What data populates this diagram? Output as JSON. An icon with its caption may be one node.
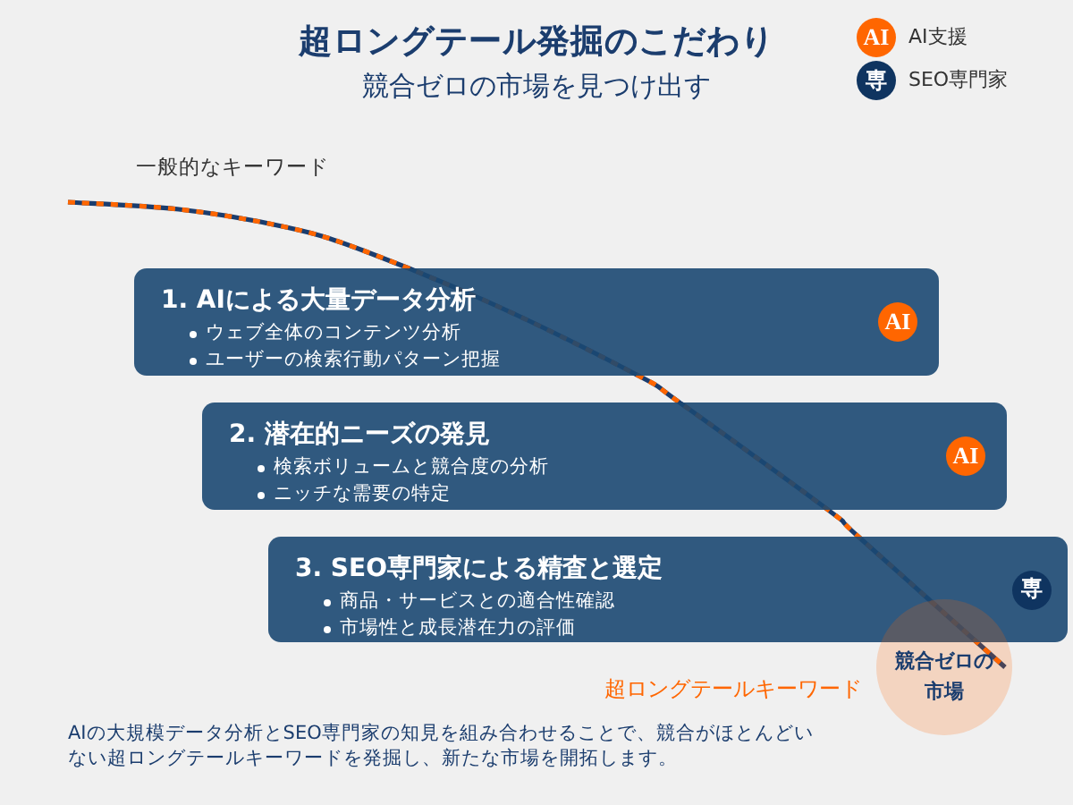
{
  "diagram": {
    "title": "超ロングテール発掘のこだわり",
    "caption": "AIの大規模データ分析とSEO専門家の知見を組み合わせることで、競合がほとんどいない超ロングテールキーワードを発掘し、新たな市場を開拓します。",
    "nodes": [
      {
        "text": [
          "AI"
        ]
      },
      {
        "text": [
          "専"
        ]
      },
      {
        "text": [
          "1. AIによる大量データ分析",
          "ウェブ全体のコンテンツ分析",
          "ユーザーの検索行動パターン把握"
        ]
      },
      {
        "text": [
          "AI"
        ],
        "in": 2
      },
      {
        "text": [
          "2. 潜在的ニーズの発見",
          "検索ボリュームと競合度の分析",
          "ニッチな需要の特定"
        ]
      },
      {
        "text": [
          "AI"
        ],
        "in": 4
      },
      {
        "text": [
          "3. SEO専門家による精査と選定",
          "商品・サービスとの適合性確認",
          "市場性と成長潜在力の評価"
        ]
      },
      {
        "text": [
          "専"
        ],
        "in": 6
      },
      {
        "text": [
          "競合ゼロの市場"
        ]
      }
    ],
    "labels": [
      "競合ゼロの市場を見つけ出す",
      "一般的なキーワード",
      "超ロングテールキーワード"
    ],
    "legend": [
      {
        "text": "AI支援"
      },
      {
        "text": "SEO専門家"
      }
    ]
  }
}
